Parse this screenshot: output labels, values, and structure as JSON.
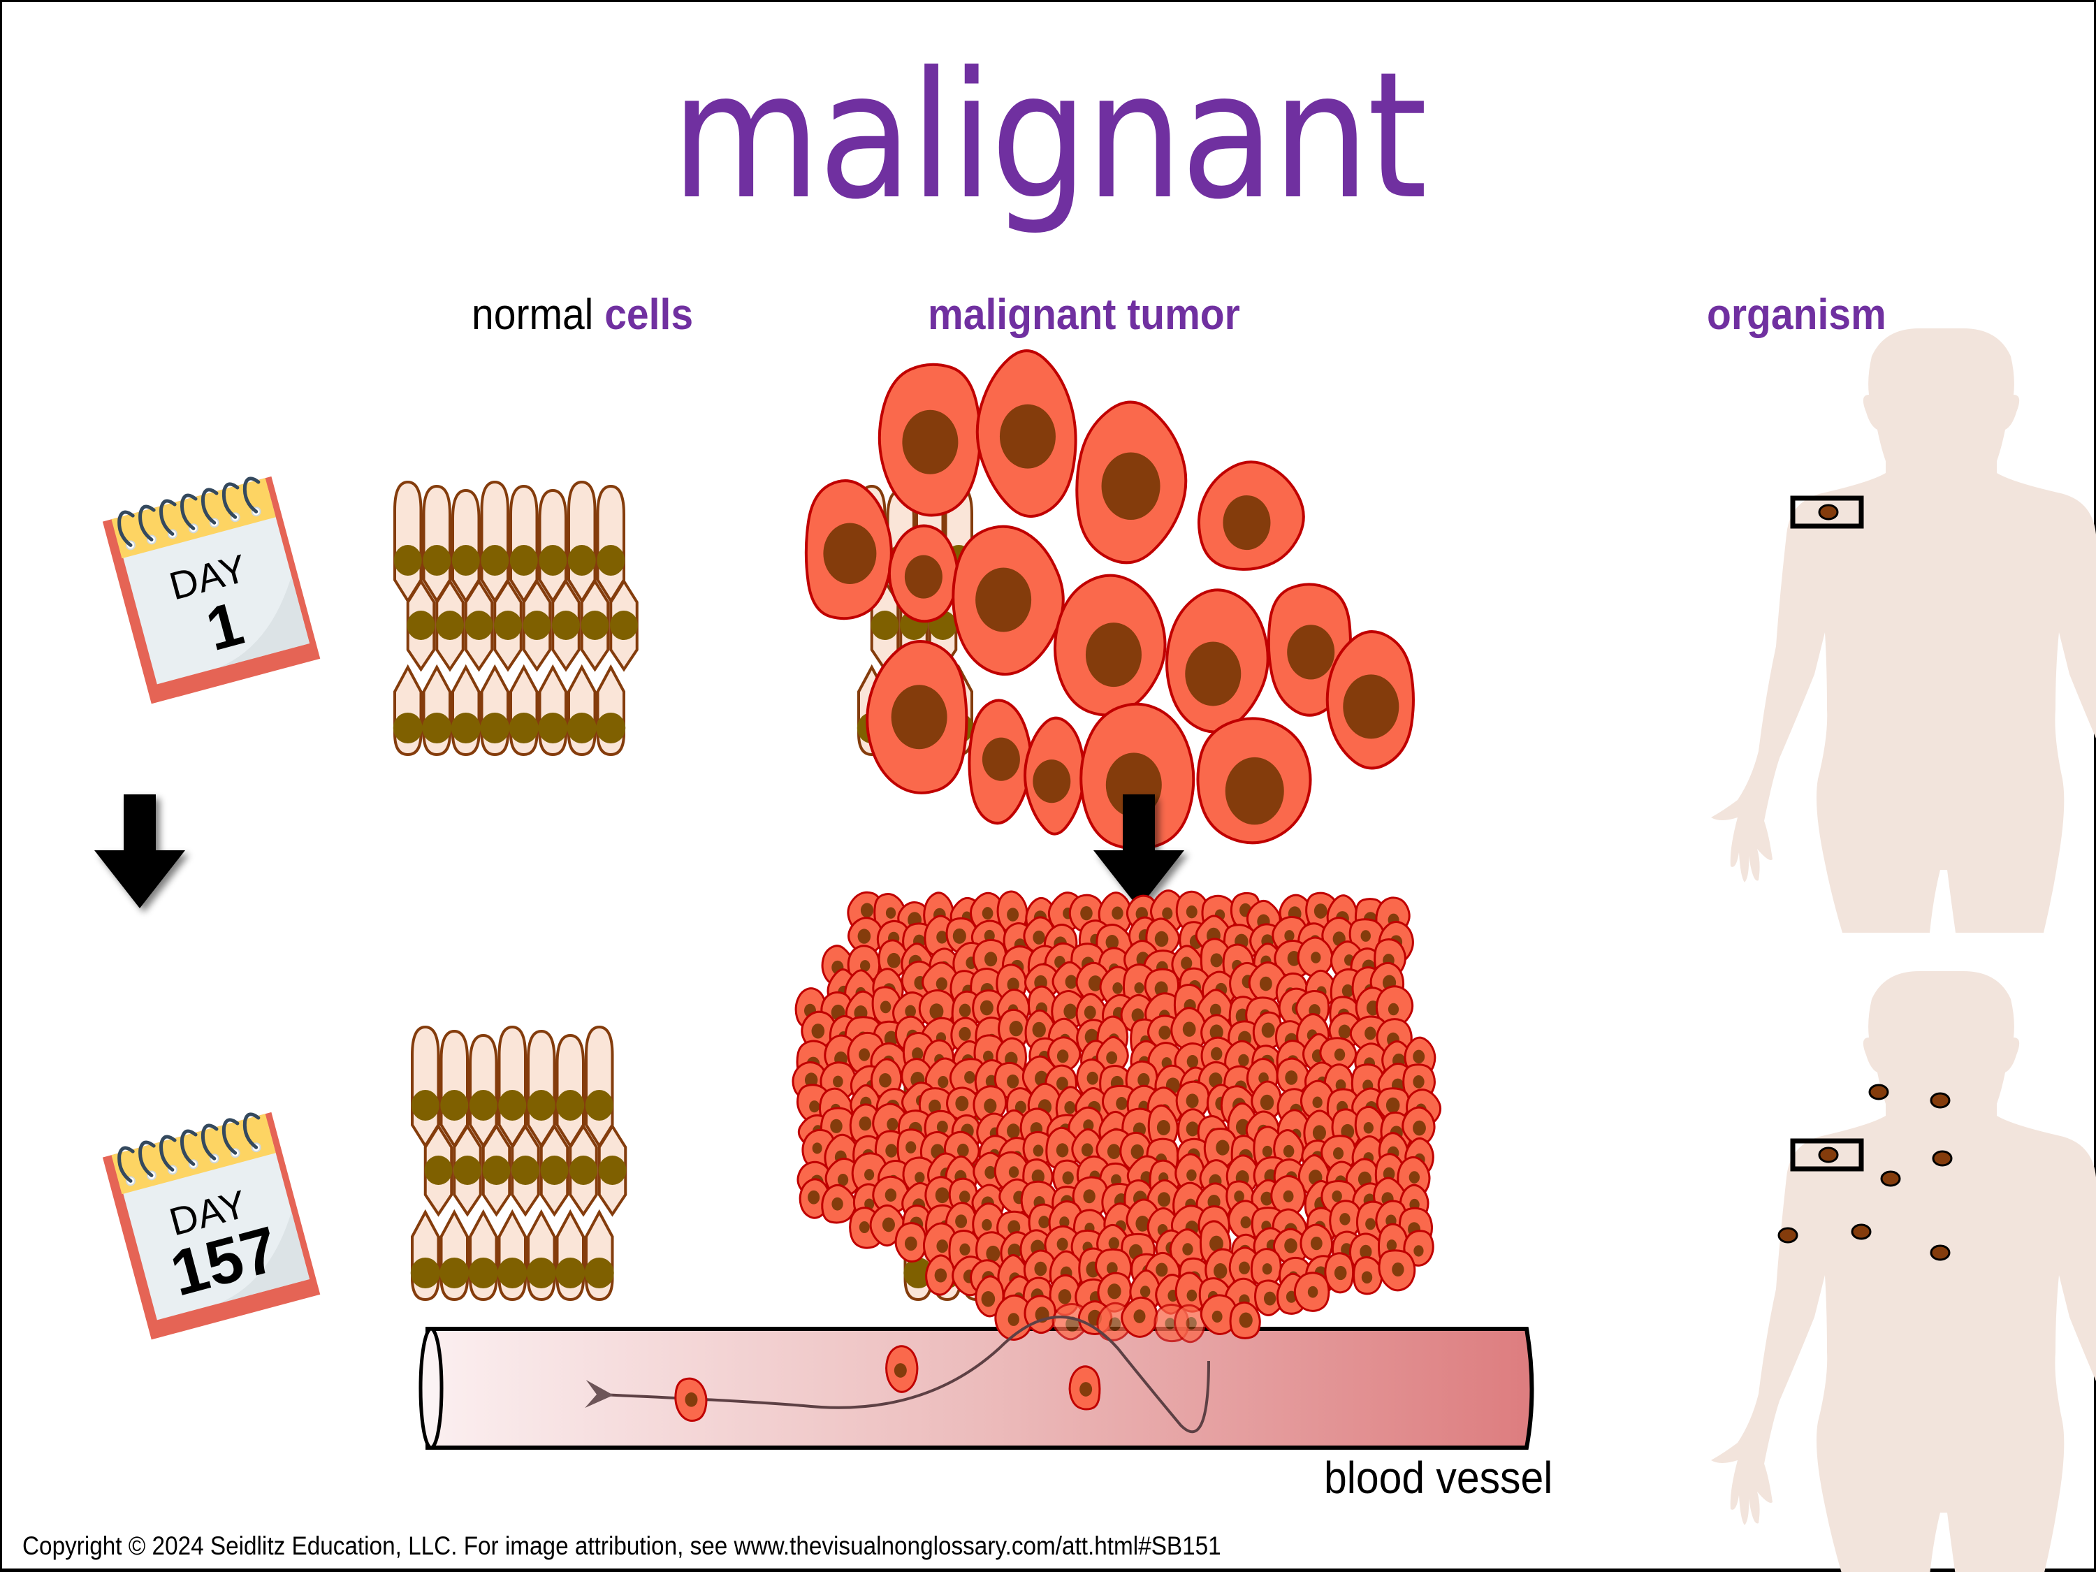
{
  "title": "malignant",
  "headings": {
    "normal_prefix": "normal",
    "normal_cells_word": "cells",
    "tumor": "malignant tumor",
    "organism": "organism"
  },
  "calendars": [
    {
      "label": "DAY",
      "number": "1"
    },
    {
      "label": "DAY",
      "number": "157"
    }
  ],
  "blood_vessel_label": "blood vessel",
  "footer": "Copyright © 2024 Seidlitz Education, LLC.  For image attribution, see www.thevisualnonglossary.com/att.html#SB151",
  "stages": [
    {
      "day": 1,
      "tumor_size": "small",
      "organism_tumor_sites": 1
    },
    {
      "day": 157,
      "tumor_size": "large",
      "organism_tumor_sites": 8,
      "cells_in_blood_vessel": 3
    }
  ],
  "colors": {
    "title_purple": "#7030a0",
    "normal_cell_fill": "#fae5d8",
    "normal_cell_stroke": "#843c0c",
    "normal_nucleus": "#7f6000",
    "tumor_cell_fill": "#fa694c",
    "tumor_cell_stroke": "#c00000",
    "tumor_nucleus": "#843c0c",
    "body_silhouette": "#f2e4dc",
    "calendar_red": "#e56455",
    "calendar_yellow": "#fdd463",
    "calendar_page": "#e9eff2",
    "calendar_ring": "#34495e"
  }
}
